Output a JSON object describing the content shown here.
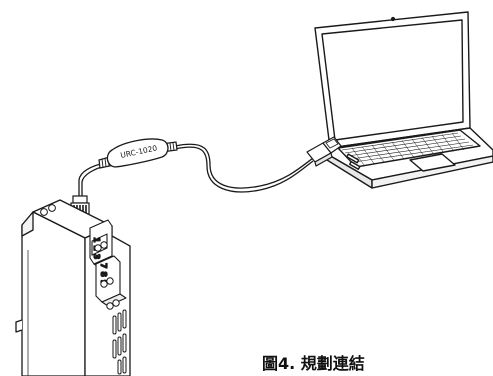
{
  "figure": {
    "caption": "圖4. 規劃連結"
  },
  "cable": {
    "model_label": "URC-1020"
  },
  "device": {
    "terminal_labels_top": "1 2 3",
    "terminal_labels_bottom": "7 8 9"
  },
  "colors": {
    "line": "#1a1a1a",
    "fill": "#ffffff",
    "shade": "#d9d9d9"
  },
  "icons": {
    "laptop": "laptop-icon",
    "usb_plug": "usb-plug-icon",
    "converter": "usb-converter-icon",
    "din_module": "din-rail-module-icon"
  }
}
